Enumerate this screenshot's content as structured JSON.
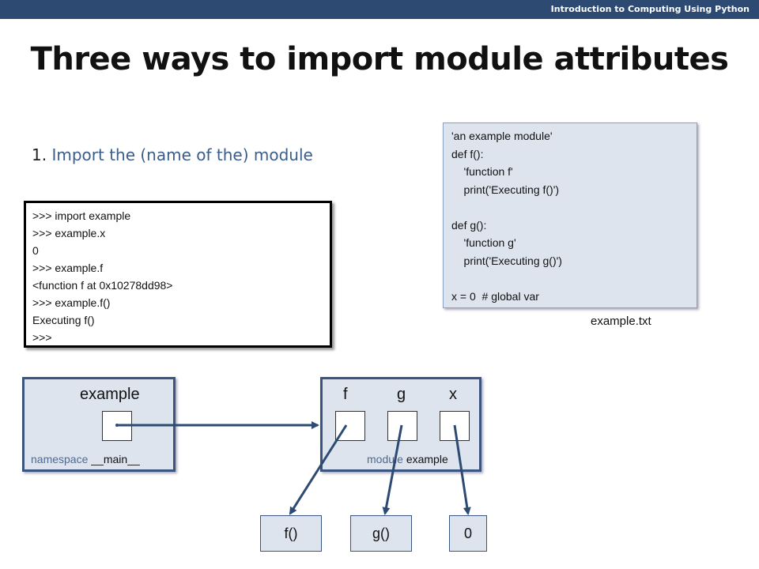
{
  "header": {
    "course": "Introduction to Computing Using Python"
  },
  "slide": {
    "title": "Three ways to import module attributes"
  },
  "bullet": {
    "number": "1.",
    "text": "Import the (name of the) module"
  },
  "shell": {
    "lines": [
      ">>> import example",
      ">>> example.x",
      "0",
      ">>> example.f",
      "<function f at 0x10278dd98>",
      ">>> example.f()",
      "Executing f()",
      ">>>"
    ]
  },
  "module_source": {
    "lines": [
      "'an example module'",
      "def f():",
      "    'function f'",
      "    print('Executing f()')",
      "",
      "def g():",
      "    'function g'",
      "    print('Executing g()')",
      "",
      "x = 0  # global var"
    ],
    "filename": "example.txt"
  },
  "main_namespace": {
    "var_name": "example",
    "caption_prefix": "namespace",
    "caption_name": "__main__"
  },
  "module_namespace": {
    "names": [
      "f",
      "g",
      "x"
    ],
    "caption_prefix": "module",
    "caption_name": "example"
  },
  "objects": [
    "f()",
    "g()",
    "0"
  ],
  "colors": {
    "header_bar": "#2d4a73",
    "box_fill": "#dde4ee",
    "box_border": "#3a557f",
    "arrow": "#2d4a73",
    "bullet_text": "#3b5d8c"
  }
}
